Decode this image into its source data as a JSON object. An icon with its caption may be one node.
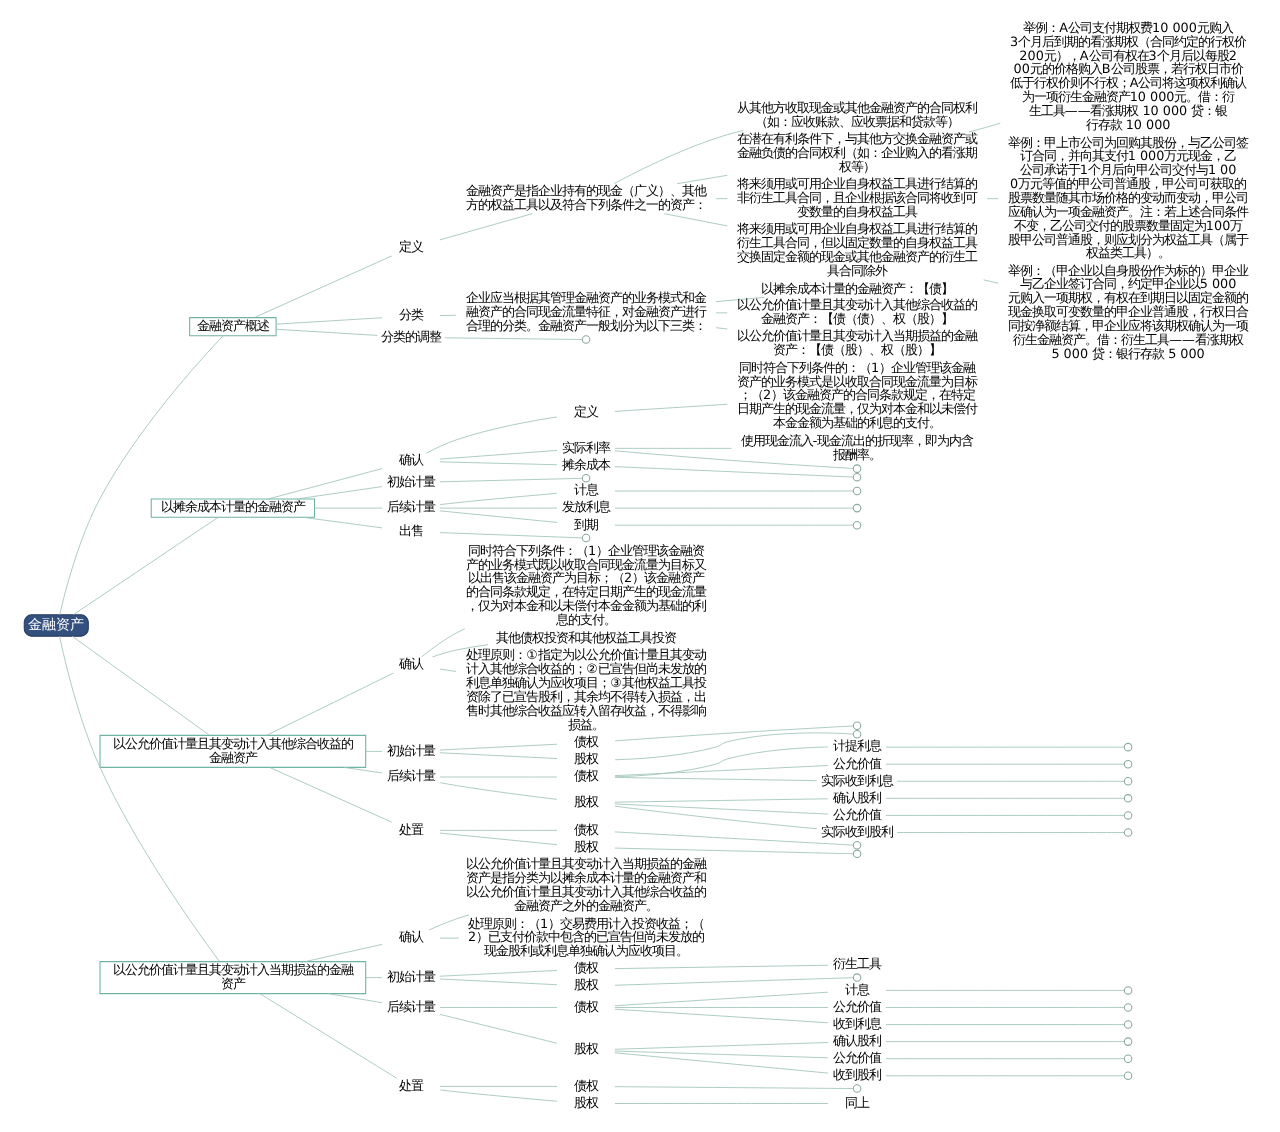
{
  "diagram": {
    "nodes": [
      {
        "text": [
          "金融资产"
        ]
      },
      {
        "text": [
          "金融资产概述"
        ]
      },
      {
        "text": [
          "定义"
        ]
      },
      {
        "text": [
          "金融资产是指企业持有的现金（广义）、其他方的权益工具以及符合下列条件之一的资产："
        ]
      },
      {
        "text": [
          "从其他方收取现金或其他金融资产的合同权利（如：应收账款、应收票据和贷款等）"
        ]
      },
      {
        "text": [
          "在潜在有利条件下，与其他方交换金融资产或金融负债的合同权利（如：企业购入的看涨期权等）"
        ]
      },
      {
        "text": [
          "举例：A公司支付期权费10 000元购入3个月后到期的看涨期权（合同约定的行权价200元），A公司有权在3个月后以每股200元的价格购入B公司股票，若行权日市价低于行权价则不行权；A公司将这项权利确认为一项衍生金融资产10 000元。借：衍生工具——看涨期权 10 000 贷：银行存款 10 000"
        ]
      },
      {
        "text": [
          "将来须用或可用企业自身权益工具进行结算的非衍生工具合同，且企业根据该合同将收到可变数量的自身权益工具"
        ]
      },
      {
        "text": [
          "举例：甲上市公司为回购其股份，与乙公司签订合同，并向其支付1 000万元现金，乙公司承诺于1个月后向甲公司交付与1 000万元等值的甲公司普通股，甲公司可获取的股票数量随其市场价格的变动而变动，甲公司应确认为一项金融资产。注：若上述合同条件不变，乙公司交付的股票数量固定为100万股甲公司普通股，则应划分为权益工具（属于权益类工具）。"
        ]
      },
      {
        "text": [
          "将来须用或可用企业自身权益工具进行结算的衍生工具合同，但以固定数量的自身权益工具交换固定金额的现金或其他金融资产的衍生工具合同除外"
        ]
      },
      {
        "text": [
          "举例：（甲企业以自身股份作为标的）甲企业与乙企业签订合同，约定甲企业以5 000元购入一项期权，有权在到期日以固定金额的现金换取可变数量的甲企业普通股，行权日合同按净额结算，甲企业应将该期权确认为一项衍生金融资产。借：衍生工具——看涨期权 5 000 贷：银行存款 5 000"
        ]
      },
      {
        "text": [
          "分类"
        ]
      },
      {
        "text": [
          "企业应当根据其管理金融资产的业务模式和金融资产的合同现金流量特征，对金融资产进行合理的分类。金融资产一般划分为以下三类："
        ]
      },
      {
        "text": [
          "以摊余成本计量的金融资产：【债】"
        ]
      },
      {
        "text": [
          "以公允价值计量且其变动计入其他综合收益的金融资产：【债（债）、权（股）】"
        ]
      },
      {
        "text": [
          "以公允价值计量且其变动计入当期损益的金融资产：【债（股）、权（股）】"
        ]
      },
      {
        "text": [
          "分类的调整"
        ]
      },
      {
        "text": [],
        "shape": "circle"
      },
      {
        "text": [
          "以摊余成本计量的金融资产"
        ]
      },
      {
        "text": [
          "确认"
        ]
      },
      {
        "text": [
          "定义"
        ]
      },
      {
        "text": [
          "同时符合下列条件的：（1）企业管理该金融资产的业务模式是以收取合同现金流量为目标；（2）该金融资产的合同条款规定，在特定日期产生的现金流量，仅为对本金和以未偿付本金金额为基础的利息的支付。"
        ]
      },
      {
        "text": [
          "实际利率"
        ]
      },
      {
        "text": [
          "使用现金流入-现金流出的折现率，即为内含报酬率。"
        ]
      },
      {
        "text": [],
        "shape": "circle"
      },
      {
        "text": [
          "摊余成本"
        ]
      },
      {
        "text": [],
        "shape": "circle"
      },
      {
        "text": [
          "初始计量"
        ]
      },
      {
        "text": [],
        "shape": "circle"
      },
      {
        "text": [
          "后续计量"
        ]
      },
      {
        "text": [
          "计息"
        ]
      },
      {
        "text": [],
        "shape": "circle"
      },
      {
        "text": [
          "发放利息"
        ]
      },
      {
        "text": [],
        "shape": "circle"
      },
      {
        "text": [
          "到期"
        ]
      },
      {
        "text": [],
        "shape": "circle"
      },
      {
        "text": [
          "出售"
        ]
      },
      {
        "text": [],
        "shape": "circle"
      },
      {
        "text": [
          "以公允价值计量且其变动计入其他综合收益的金融资产"
        ]
      },
      {
        "text": [
          "确认"
        ]
      },
      {
        "text": [
          "同时符合下列条件：（1）企业管理该金融资产的业务模式既以收取合同现金流量为目标又以出售该金融资产为目标；（2）该金融资产的合同条款规定，在特定日期产生的现金流量，仅为对本金和以未偿付本金金额为基础的利息的支付。"
        ]
      },
      {
        "text": [
          "其他债权投资和其他权益工具投资"
        ]
      },
      {
        "text": [
          "处理原则：①指定为以公允价值计量且其变动计入其他综合收益的；②已宣告但尚未发放的利息单独确认为应收项目；③其他权益工具投资除了已宣告股利，其余均不得转入损益，出售时其他综合收益应转入留存收益，不得影响损益。"
        ]
      },
      {
        "text": [
          "初始计量"
        ]
      },
      {
        "text": [
          "债权"
        ]
      },
      {
        "text": [],
        "shape": "circle"
      },
      {
        "text": [
          "股权"
        ]
      },
      {
        "text": [],
        "shape": "circle"
      },
      {
        "text": [
          "后续计量"
        ]
      },
      {
        "text": [
          "债权"
        ]
      },
      {
        "text": [
          "计提利息"
        ]
      },
      {
        "text": [],
        "shape": "circle"
      },
      {
        "text": [
          "公允价值"
        ]
      },
      {
        "text": [],
        "shape": "circle"
      },
      {
        "text": [
          "实际收到利息"
        ]
      },
      {
        "text": [],
        "shape": "circle"
      },
      {
        "text": [
          "股权"
        ]
      },
      {
        "text": [
          "确认股利"
        ]
      },
      {
        "text": [],
        "shape": "circle"
      },
      {
        "text": [
          "公允价值"
        ]
      },
      {
        "text": [],
        "shape": "circle"
      },
      {
        "text": [
          "实际收到股利"
        ]
      },
      {
        "text": [],
        "shape": "circle"
      },
      {
        "text": [
          "处置"
        ]
      },
      {
        "text": [
          "债权"
        ]
      },
      {
        "text": [],
        "shape": "circle"
      },
      {
        "text": [
          "股权"
        ]
      },
      {
        "text": [],
        "shape": "circle"
      },
      {
        "text": [
          "以公允价值计量且其变动计入当期损益的金融资产"
        ]
      },
      {
        "text": [
          "确认"
        ]
      },
      {
        "text": [
          "以公允价值计量且其变动计入当期损益的金融资产是指分类为以摊余成本计量的金融资产和以公允价值计量且其变动计入其他综合收益的金融资产之外的金融资产。"
        ]
      },
      {
        "text": [
          "处理原则：（1）交易费用计入投资收益；（2）已支付价款中包含的已宣告但尚未发放的现金股利或利息单独确认为应收项目。"
        ]
      },
      {
        "text": [
          "初始计量"
        ]
      },
      {
        "text": [
          "债权"
        ]
      },
      {
        "text": [
          "衍生工具"
        ]
      },
      {
        "text": [
          "股权"
        ]
      },
      {
        "text": [],
        "shape": "circle"
      },
      {
        "text": [
          "后续计量"
        ]
      },
      {
        "text": [
          "债权"
        ]
      },
      {
        "text": [
          "计息"
        ]
      },
      {
        "text": [],
        "shape": "circle"
      },
      {
        "text": [
          "公允价值"
        ]
      },
      {
        "text": [],
        "shape": "circle"
      },
      {
        "text": [
          "收到利息"
        ]
      },
      {
        "text": [],
        "shape": "circle"
      },
      {
        "text": [
          "股权"
        ]
      },
      {
        "text": [
          "确认股利"
        ]
      },
      {
        "text": [],
        "shape": "circle"
      },
      {
        "text": [
          "公允价值"
        ]
      },
      {
        "text": [],
        "shape": "circle"
      },
      {
        "text": [
          "收到股利"
        ]
      },
      {
        "text": [],
        "shape": "circle"
      },
      {
        "text": [
          "处置"
        ]
      },
      {
        "text": [
          "债权"
        ]
      },
      {
        "text": [],
        "shape": "circle"
      },
      {
        "text": [
          "股权"
        ]
      },
      {
        "text": [
          "同上"
        ]
      }
    ],
    "edges": [
      {
        "from": 0,
        "to": 1,
        "arrow": "none"
      },
      {
        "from": 1,
        "to": 2,
        "arrow": "none"
      },
      {
        "from": 2,
        "to": 3,
        "arrow": "none"
      },
      {
        "from": 3,
        "to": 4,
        "arrow": "none"
      },
      {
        "from": 3,
        "to": 5,
        "arrow": "none"
      },
      {
        "from": 5,
        "to": 6,
        "arrow": "none"
      },
      {
        "from": 3,
        "to": 7,
        "arrow": "none"
      },
      {
        "from": 7,
        "to": 8,
        "arrow": "none"
      },
      {
        "from": 3,
        "to": 9,
        "arrow": "none"
      },
      {
        "from": 9,
        "to": 10,
        "arrow": "none"
      },
      {
        "from": 1,
        "to": 11,
        "arrow": "none"
      },
      {
        "from": 11,
        "to": 12,
        "arrow": "none"
      },
      {
        "from": 12,
        "to": 13,
        "arrow": "none"
      },
      {
        "from": 12,
        "to": 14,
        "arrow": "none"
      },
      {
        "from": 12,
        "to": 15,
        "arrow": "none"
      },
      {
        "from": 1,
        "to": 16,
        "arrow": "none"
      },
      {
        "from": 16,
        "to": 17,
        "arrow": "none"
      },
      {
        "from": 0,
        "to": 18,
        "arrow": "none"
      },
      {
        "from": 18,
        "to": 19,
        "arrow": "none"
      },
      {
        "from": 19,
        "to": 20,
        "arrow": "none"
      },
      {
        "from": 20,
        "to": 21,
        "arrow": "none"
      },
      {
        "from": 19,
        "to": 22,
        "arrow": "none"
      },
      {
        "from": 22,
        "to": 23,
        "arrow": "none"
      },
      {
        "from": 22,
        "to": 24,
        "arrow": "none"
      },
      {
        "from": 19,
        "to": 25,
        "arrow": "none"
      },
      {
        "from": 25,
        "to": 26,
        "arrow": "none"
      },
      {
        "from": 18,
        "to": 27,
        "arrow": "none"
      },
      {
        "from": 27,
        "to": 28,
        "arrow": "none"
      },
      {
        "from": 18,
        "to": 29,
        "arrow": "none"
      },
      {
        "from": 29,
        "to": 30,
        "arrow": "none"
      },
      {
        "from": 30,
        "to": 31,
        "arrow": "none"
      },
      {
        "from": 29,
        "to": 32,
        "arrow": "none"
      },
      {
        "from": 32,
        "to": 33,
        "arrow": "none"
      },
      {
        "from": 29,
        "to": 34,
        "arrow": "none"
      },
      {
        "from": 34,
        "to": 35,
        "arrow": "none"
      },
      {
        "from": 18,
        "to": 36,
        "arrow": "none"
      },
      {
        "from": 36,
        "to": 37,
        "arrow": "none"
      },
      {
        "from": 0,
        "to": 38,
        "arrow": "none"
      },
      {
        "from": 38,
        "to": 39,
        "arrow": "none"
      },
      {
        "from": 39,
        "to": 40,
        "arrow": "none"
      },
      {
        "from": 39,
        "to": 41,
        "arrow": "none"
      },
      {
        "from": 39,
        "to": 42,
        "arrow": "none"
      },
      {
        "from": 38,
        "to": 43,
        "arrow": "none"
      },
      {
        "from": 43,
        "to": 44,
        "arrow": "none"
      },
      {
        "from": 44,
        "to": 45,
        "arrow": "none"
      },
      {
        "from": 43,
        "to": 46,
        "arrow": "none"
      },
      {
        "from": 46,
        "to": 47,
        "arrow": "none"
      },
      {
        "from": 38,
        "to": 48,
        "arrow": "none"
      },
      {
        "from": 48,
        "to": 49,
        "arrow": "none"
      },
      {
        "from": 49,
        "to": 50,
        "arrow": "none"
      },
      {
        "from": 50,
        "to": 51,
        "arrow": "none"
      },
      {
        "from": 49,
        "to": 52,
        "arrow": "none"
      },
      {
        "from": 52,
        "to": 53,
        "arrow": "none"
      },
      {
        "from": 49,
        "to": 54,
        "arrow": "none"
      },
      {
        "from": 54,
        "to": 55,
        "arrow": "none"
      },
      {
        "from": 48,
        "to": 56,
        "arrow": "none"
      },
      {
        "from": 56,
        "to": 57,
        "arrow": "none"
      },
      {
        "from": 57,
        "to": 58,
        "arrow": "none"
      },
      {
        "from": 56,
        "to": 59,
        "arrow": "none"
      },
      {
        "from": 59,
        "to": 60,
        "arrow": "none"
      },
      {
        "from": 56,
        "to": 61,
        "arrow": "none"
      },
      {
        "from": 61,
        "to": 62,
        "arrow": "none"
      },
      {
        "from": 38,
        "to": 63,
        "arrow": "none"
      },
      {
        "from": 63,
        "to": 64,
        "arrow": "none"
      },
      {
        "from": 64,
        "to": 65,
        "arrow": "none"
      },
      {
        "from": 63,
        "to": 66,
        "arrow": "none"
      },
      {
        "from": 66,
        "to": 67,
        "arrow": "none"
      },
      {
        "from": 0,
        "to": 68,
        "arrow": "none"
      },
      {
        "from": 68,
        "to": 69,
        "arrow": "none"
      },
      {
        "from": 69,
        "to": 70,
        "arrow": "none"
      },
      {
        "from": 69,
        "to": 71,
        "arrow": "none"
      },
      {
        "from": 68,
        "to": 72,
        "arrow": "none"
      },
      {
        "from": 72,
        "to": 73,
        "arrow": "none"
      },
      {
        "from": 73,
        "to": 74,
        "arrow": "none"
      },
      {
        "from": 72,
        "to": 75,
        "arrow": "none"
      },
      {
        "from": 75,
        "to": 76,
        "arrow": "none"
      },
      {
        "from": 68,
        "to": 77,
        "arrow": "none"
      },
      {
        "from": 77,
        "to": 78,
        "arrow": "none"
      },
      {
        "from": 78,
        "to": 79,
        "arrow": "none"
      },
      {
        "from": 79,
        "to": 80,
        "arrow": "none"
      },
      {
        "from": 78,
        "to": 81,
        "arrow": "none"
      },
      {
        "from": 81,
        "to": 82,
        "arrow": "none"
      },
      {
        "from": 78,
        "to": 83,
        "arrow": "none"
      },
      {
        "from": 83,
        "to": 84,
        "arrow": "none"
      },
      {
        "from": 77,
        "to": 85,
        "arrow": "none"
      },
      {
        "from": 85,
        "to": 86,
        "arrow": "none"
      },
      {
        "from": 86,
        "to": 87,
        "arrow": "none"
      },
      {
        "from": 85,
        "to": 88,
        "arrow": "none"
      },
      {
        "from": 88,
        "to": 89,
        "arrow": "none"
      },
      {
        "from": 85,
        "to": 90,
        "arrow": "none"
      },
      {
        "from": 90,
        "to": 91,
        "arrow": "none"
      },
      {
        "from": 68,
        "to": 92,
        "arrow": "none"
      },
      {
        "from": 92,
        "to": 93,
        "arrow": "none"
      },
      {
        "from": 93,
        "to": 94,
        "arrow": "none"
      },
      {
        "from": 92,
        "to": 95,
        "arrow": "none"
      },
      {
        "from": 95,
        "to": 96,
        "arrow": "none"
      }
    ]
  }
}
